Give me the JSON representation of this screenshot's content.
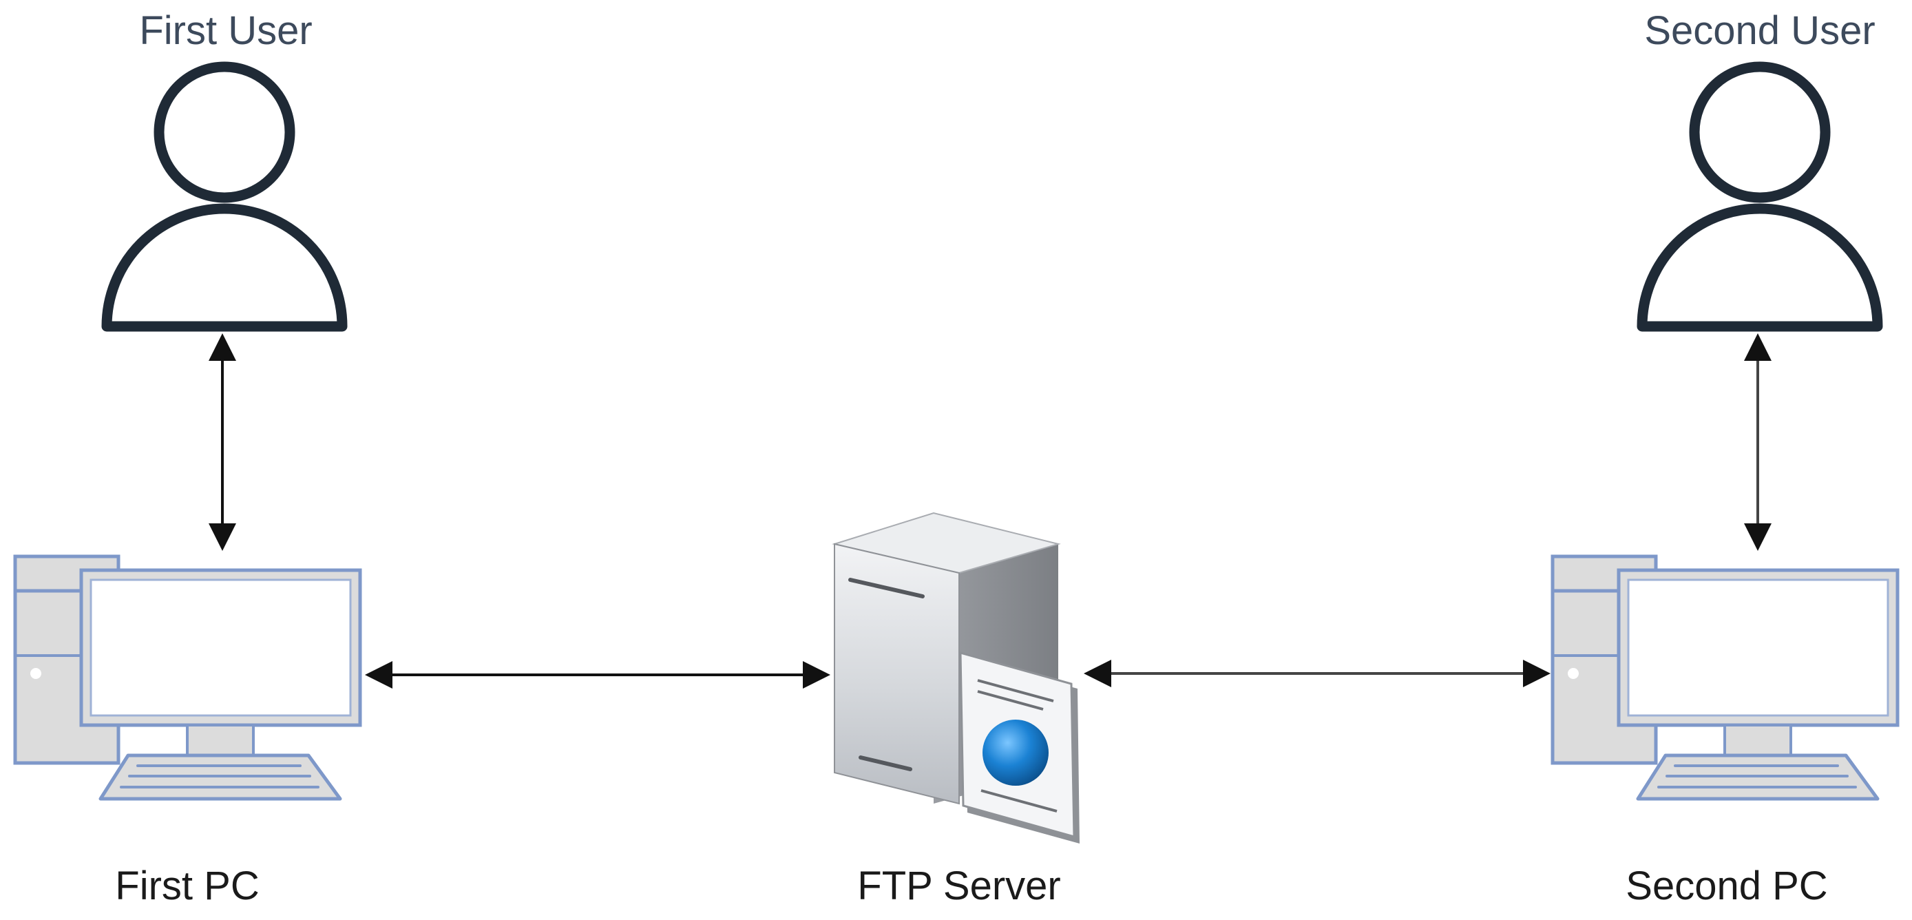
{
  "nodes": {
    "first_user": {
      "label": "First User",
      "icon": "user-icon"
    },
    "second_user": {
      "label": "Second User",
      "icon": "user-icon"
    },
    "first_pc": {
      "label": "First PC",
      "icon": "desktop-computer-icon"
    },
    "second_pc": {
      "label": "Second PC",
      "icon": "desktop-computer-icon"
    },
    "ftp_server": {
      "label": "FTP Server",
      "icon": "web-server-icon"
    }
  },
  "edges": [
    {
      "from": "first_user",
      "to": "first_pc",
      "direction": "bidirectional"
    },
    {
      "from": "second_user",
      "to": "second_pc",
      "direction": "bidirectional"
    },
    {
      "from": "first_pc",
      "to": "ftp_server",
      "direction": "bidirectional"
    },
    {
      "from": "ftp_server",
      "to": "second_pc",
      "direction": "bidirectional"
    }
  ],
  "colors": {
    "user_stroke": "#1f2a36",
    "pc_outline": "#7e98c9",
    "pc_fill": "#dcdcdc",
    "server_body": "#c9ccd1",
    "globe": "#1b82d4",
    "arrow": "#111111"
  }
}
